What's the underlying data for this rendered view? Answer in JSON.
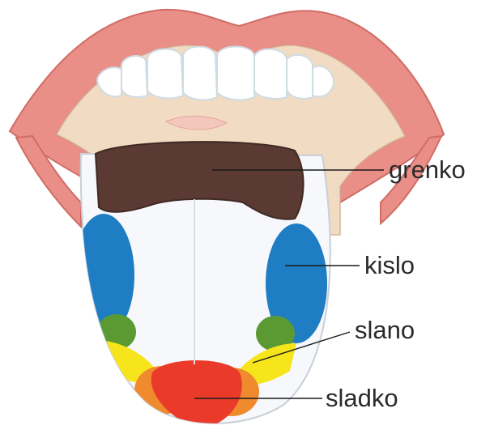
{
  "diagram": {
    "labels": {
      "bitter": "grenko",
      "sour": "kislo",
      "salty": "slano",
      "sweet": "sladko"
    },
    "colors": {
      "lips": "#ea8f87",
      "lip_inner": "#f6c9c0",
      "mouth_cavity": "#f1dbc2",
      "teeth": "#ffffff",
      "tongue": "#f7f8fb",
      "bitter_zone": "#5a3a32",
      "sour_zone": "#1f7dc4",
      "salty_green": "#5b9a32",
      "salty_yellow": "#f7e51b",
      "sweet_red": "#ea3a2a",
      "sweet_orange": "#ef8a2e"
    }
  }
}
